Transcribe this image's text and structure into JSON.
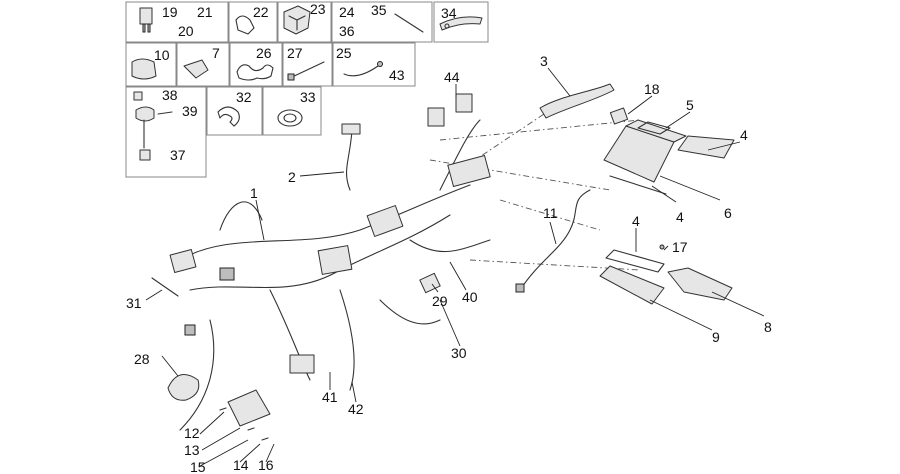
{
  "diagram": {
    "inset_labels": [
      "19",
      "21",
      "20",
      "22",
      "23",
      "24",
      "35",
      "36",
      "34",
      "10",
      "7",
      "26",
      "27",
      "25",
      "43",
      "38",
      "39",
      "37",
      "32",
      "33"
    ],
    "callouts": [
      "1",
      "2",
      "3",
      "4",
      "4",
      "4",
      "5",
      "6",
      "8",
      "9",
      "11",
      "12",
      "13",
      "14",
      "15",
      "16",
      "17",
      "18",
      "28",
      "29",
      "30",
      "31",
      "40",
      "41",
      "42",
      "44"
    ]
  }
}
